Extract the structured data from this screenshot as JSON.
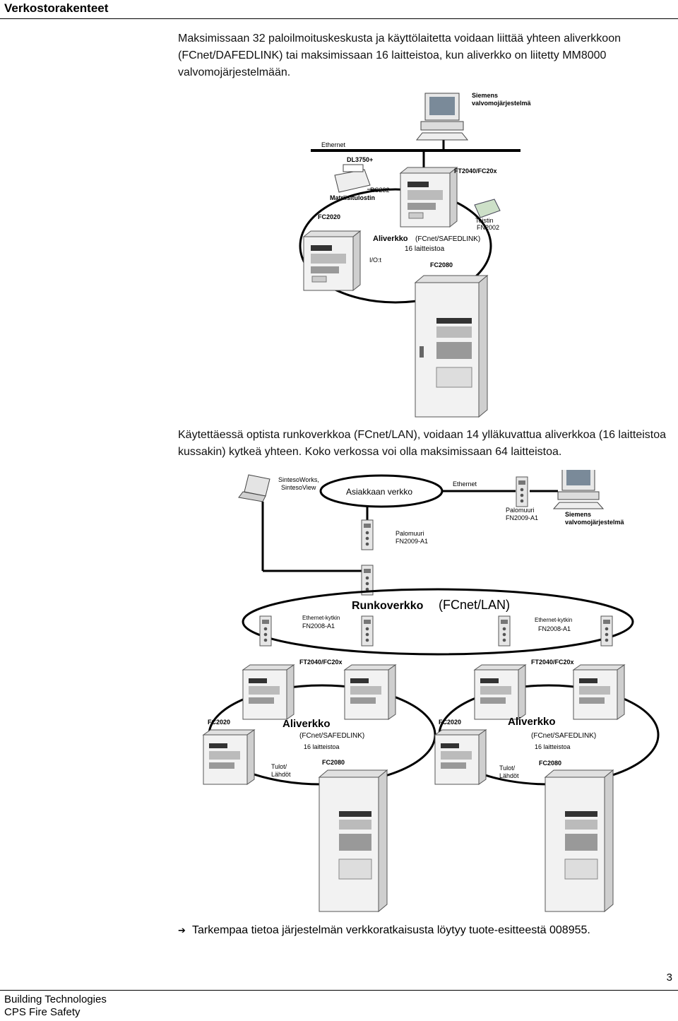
{
  "header": {
    "title": "Verkostorakenteet"
  },
  "intro_text": "Maksimissaan 32 paloilmoituskeskusta ja käyttölaitetta voidaan liittää yhteen aliverkkoon (FCnet/DAFEDLINK) tai maksimissaan 16 laitteistoa, kun aliverkko on liitetty MM8000 valvomojärjestelmään.",
  "diagram1": {
    "siemens_line1": "Siemens",
    "siemens_line2": "valvomojärjestelmä",
    "ethernet": "Ethernet",
    "dl3750": "DL3750+",
    "ft2040": "FT2040/FC20x",
    "rs232": "RS232",
    "matriisi": "Matriisitulostin",
    "fc2020": "FC2020",
    "toistin": "Toistin",
    "fn2002": "FN2002",
    "aliverkko_bold": "Aliverkko",
    "aliverkko_rest": "(FCnet/SAFEDLINK)",
    "laitteistoa": "16 laitteistoa",
    "io": "I/O:t",
    "fc2080": "FC2080"
  },
  "middle_text": "Käytettäessä optista runkoverkkoa (FCnet/LAN), voidaan 14 ylläkuvattua aliverkkoa (16 laitteistoa kussakin) kytkeä yhteen. Koko verkossa voi olla maksimissaan 64 laitteistoa.",
  "diagram2": {
    "sinteso_line1": "SintesoWorks,",
    "sinteso_line2": "SintesoView",
    "asiakkaan": "Asiakkaan verkko",
    "ethernet": "Ethernet",
    "palomuuri": "Palomuuri",
    "fn2009": "FN2009-A1",
    "siemens_line1": "Siemens",
    "siemens_line2": "valvomojärjestelmä",
    "runko_bold": "Runkoverkko",
    "runko_rest": "(FCnet/LAN)",
    "eth_kytkin": "Ethernet-kytkin",
    "fn2008": "FN2008-A1",
    "ft2040": "FT2040/FC20x",
    "fc2020": "FC2020",
    "aliverkko": "Aliverkko",
    "safedlink": "(FCnet/SAFEDLINK)",
    "laitteistoa": "16 laitteistoa",
    "tulot1": "Tulot/",
    "tulot2": "Lähdöt",
    "fc2080": "FC2080"
  },
  "note_text": "Tarkempaa tietoa järjestelmän verkkoratkaisusta löytyy tuote-esitteestä 008955.",
  "page_number": "3",
  "footer": {
    "line1": "Building Technologies",
    "line2": "CPS Fire Safety"
  }
}
